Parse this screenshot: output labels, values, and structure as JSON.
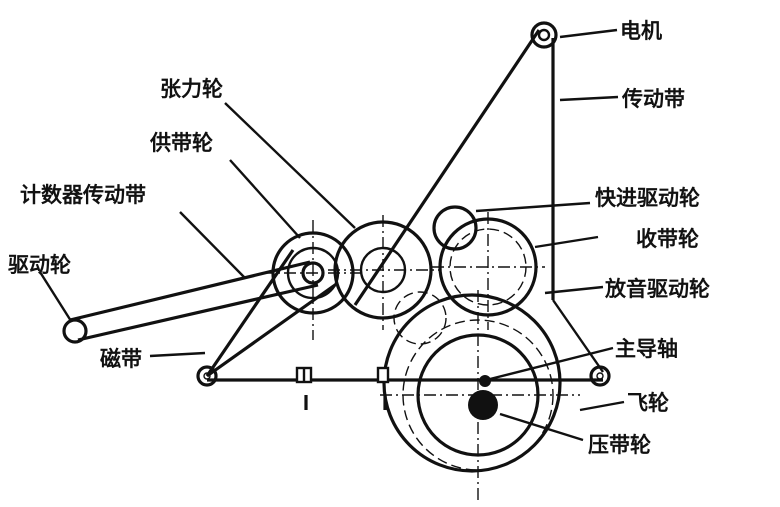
{
  "labels": {
    "motor": "电机",
    "drive_belt": "传动带",
    "tension_wheel": "张力轮",
    "supply_reel": "供带轮",
    "counter_belt": "计数器传动带",
    "fast_forward_drive_wheel": "快进驱动轮",
    "takeup_reel": "收带轮",
    "drive_wheel": "驱动轮",
    "playback_drive_wheel": "放音驱动轮",
    "magnetic_tape": "磁带",
    "capstan": "主导轴",
    "flywheel": "飞轮",
    "pinch_roller": "压带轮"
  },
  "colors": {
    "ink": "#111111",
    "background": "#ffffff"
  }
}
